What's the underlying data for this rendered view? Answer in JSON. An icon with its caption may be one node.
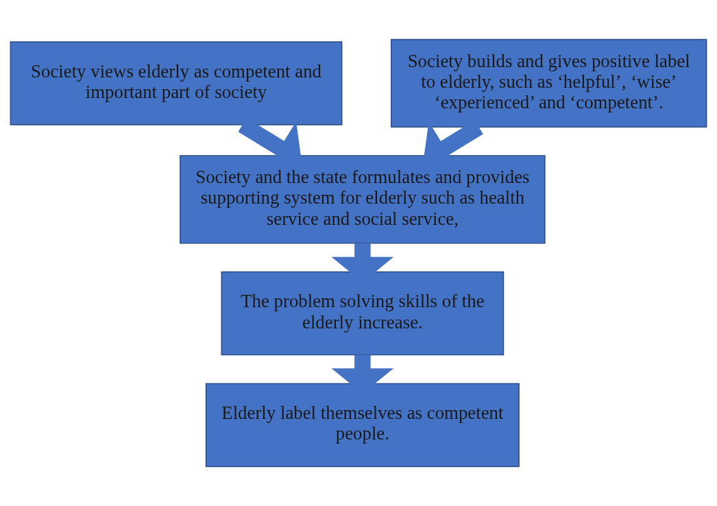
{
  "diagram": {
    "nodes": [
      {
        "text": [
          "Society views elderly as competent and important part of society"
        ]
      },
      {
        "text": [
          "Society builds and gives positive label to elderly, such as ‘helpful’, ‘wise’ ‘experienced’ and ‘competent’."
        ]
      },
      {
        "text": [
          "Society and the state formulates and provides supporting system for elderly such as health service and social service,"
        ]
      },
      {
        "text": [
          "The problem solving skills of the elderly increase."
        ]
      },
      {
        "text": [
          "Elderly label themselves as competent people."
        ]
      }
    ],
    "edges": [
      {
        "from": 0,
        "to": 2,
        "arrow": "to"
      },
      {
        "from": 1,
        "to": 2,
        "arrow": "to"
      },
      {
        "from": 2,
        "to": 3,
        "arrow": "to"
      },
      {
        "from": 3,
        "to": 4,
        "arrow": "to"
      }
    ]
  }
}
